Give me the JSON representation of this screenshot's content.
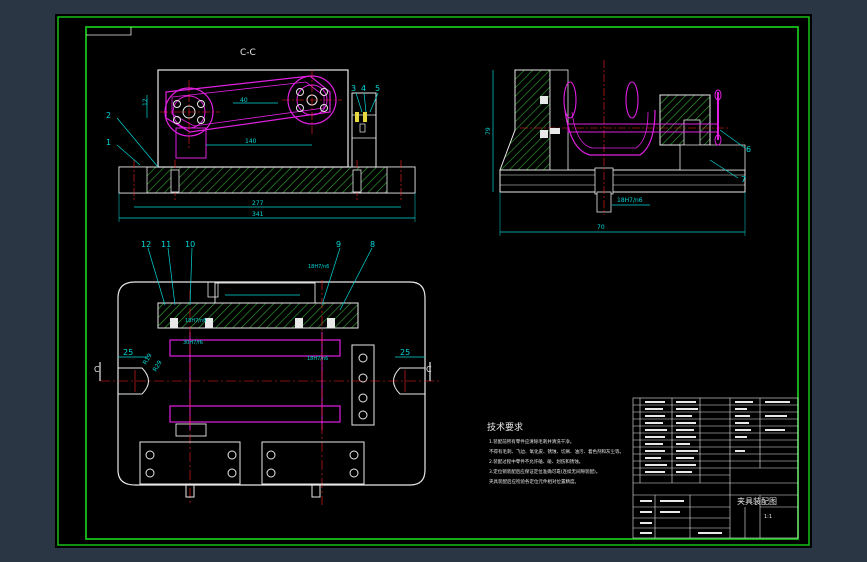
{
  "colors": {
    "background": "#2a3644",
    "paper": "#000000",
    "frame_green": "#18c018",
    "outline_white": "#e8e8e8",
    "part_magenta": "#e020e0",
    "dim_cyan": "#00d8d8",
    "center_red": "#ff2020",
    "hatch_green": "#30a030",
    "label_yellow": "#e8d840"
  },
  "views": {
    "section_label": "C-C"
  },
  "part_numbers": [
    "1",
    "2",
    "3",
    "4",
    "5",
    "6",
    "7",
    "8",
    "9",
    "10",
    "11",
    "12"
  ],
  "dimensions": {
    "d_277": "277",
    "d_341": "341",
    "d_140": "140",
    "d_40": "40",
    "d_12": "12",
    "d_70": "70",
    "d_79": "79",
    "d_25_left": "25",
    "d_25_right": "25",
    "d_r19": "R19",
    "d_r29": "R29",
    "fit_18h7": "18H7/n6",
    "fit_30h7": "30H7/f6",
    "fit_top": "18H7/n6"
  },
  "section_marks": {
    "left": "C",
    "right": "C"
  },
  "technical_requirements": {
    "title": "技术要求",
    "lines": [
      "1.装配前所有零件应清除毛刺并清洗干净。",
      "  不得有毛刺、飞边、氧化皮、锈蚀、切屑、油污、着色剂和灰尘等。",
      "2.装配过程中零件不允许磕、碰、划伤和锈蚀。",
      "3.定位销装配后应保证定位准确可靠(连续无间隙装配)。",
      "  夹具装配后应检验各定位元件相对位置精度。"
    ]
  },
  "title_block": {
    "drawing_title": "夹具装配图",
    "scale": "1:1"
  }
}
